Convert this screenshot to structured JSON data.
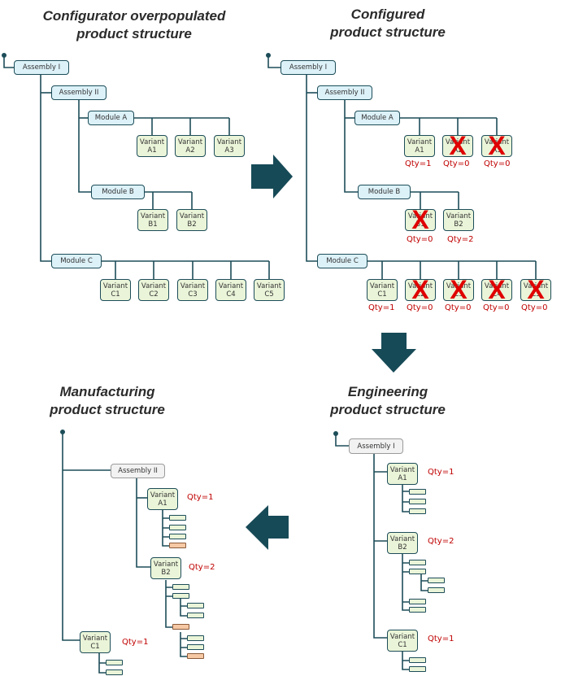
{
  "titles": {
    "overpop_1": "Configurator overpopulated",
    "overpop_2": "product structure",
    "configured_1": "Configured",
    "configured_2": "product structure",
    "engineering_1": "Engineering",
    "engineering_2": "product structure",
    "manufacturing_1": "Manufacturing",
    "manufacturing_2": "product structure"
  },
  "overpopulated": {
    "assembly_1": "Assembly I",
    "assembly_2": "Assembly II",
    "module_a": "Module A",
    "module_b": "Module B",
    "module_c": "Module C",
    "variant_a1": [
      "Variant",
      "A1"
    ],
    "variant_a2": [
      "Variant",
      "A2"
    ],
    "variant_a3": [
      "Variant",
      "A3"
    ],
    "variant_b1": [
      "Variant",
      "B1"
    ],
    "variant_b2": [
      "Variant",
      "B2"
    ],
    "variant_c1": [
      "Variant",
      "C1"
    ],
    "variant_c2": [
      "Variant",
      "C2"
    ],
    "variant_c3": [
      "Variant",
      "C3"
    ],
    "variant_c4": [
      "Variant",
      "C4"
    ],
    "variant_c5": [
      "Variant",
      "C5"
    ]
  },
  "configured": {
    "assembly_1": "Assembly I",
    "assembly_2": "Assembly II",
    "module_a": "Module A",
    "module_b": "Module B",
    "module_c": "Module C",
    "variant_a1": [
      "Variant",
      "A1"
    ],
    "variant_a2": [
      "Variant",
      "A2"
    ],
    "variant_a3": [
      "Variant",
      "A3"
    ],
    "variant_b1": [
      "Variant",
      "B1"
    ],
    "variant_b2": [
      "Variant",
      "B2"
    ],
    "variant_c1": [
      "Variant",
      "C1"
    ],
    "variant_c2": [
      "Variant",
      "C2"
    ],
    "variant_c3": [
      "Variant",
      "C3"
    ],
    "variant_c4": [
      "Variant",
      "C4"
    ],
    "variant_c5": [
      "Variant",
      "C5"
    ],
    "qty": {
      "a1": "Qty=1",
      "a2": "Qty=0",
      "a3": "Qty=0",
      "b1": "Qty=0",
      "b2": "Qty=2",
      "c1": "Qty=1",
      "c2": "Qty=0",
      "c3": "Qty=0",
      "c4": "Qty=0",
      "c5": "Qty=0"
    },
    "excluded_mark": "X"
  },
  "engineering": {
    "assembly_1": "Assembly I",
    "variant_a1": [
      "Variant",
      "A1"
    ],
    "variant_b2": [
      "Variant",
      "B2"
    ],
    "variant_c1": [
      "Variant",
      "C1"
    ],
    "qty_a1": "Qty=1",
    "qty_b2": "Qty=2",
    "qty_c1": "Qty=1"
  },
  "manufacturing": {
    "assembly_2": "Assembly II",
    "variant_a1": [
      "Variant",
      "A1"
    ],
    "variant_b2": [
      "Variant",
      "B2"
    ],
    "variant_c1": [
      "Variant",
      "C1"
    ],
    "qty_a1": "Qty=1",
    "qty_b2": "Qty=2",
    "qty_c1": "Qty=1"
  },
  "colors": {
    "line": "#1d4d59",
    "arrow": "#174a57",
    "assembly_fill": "#dcf1f8",
    "variant_fill": "#eaf4d8",
    "qty_text": "#c00000",
    "x_mark": "#e00000",
    "orange_part": "#f6c9a4"
  }
}
